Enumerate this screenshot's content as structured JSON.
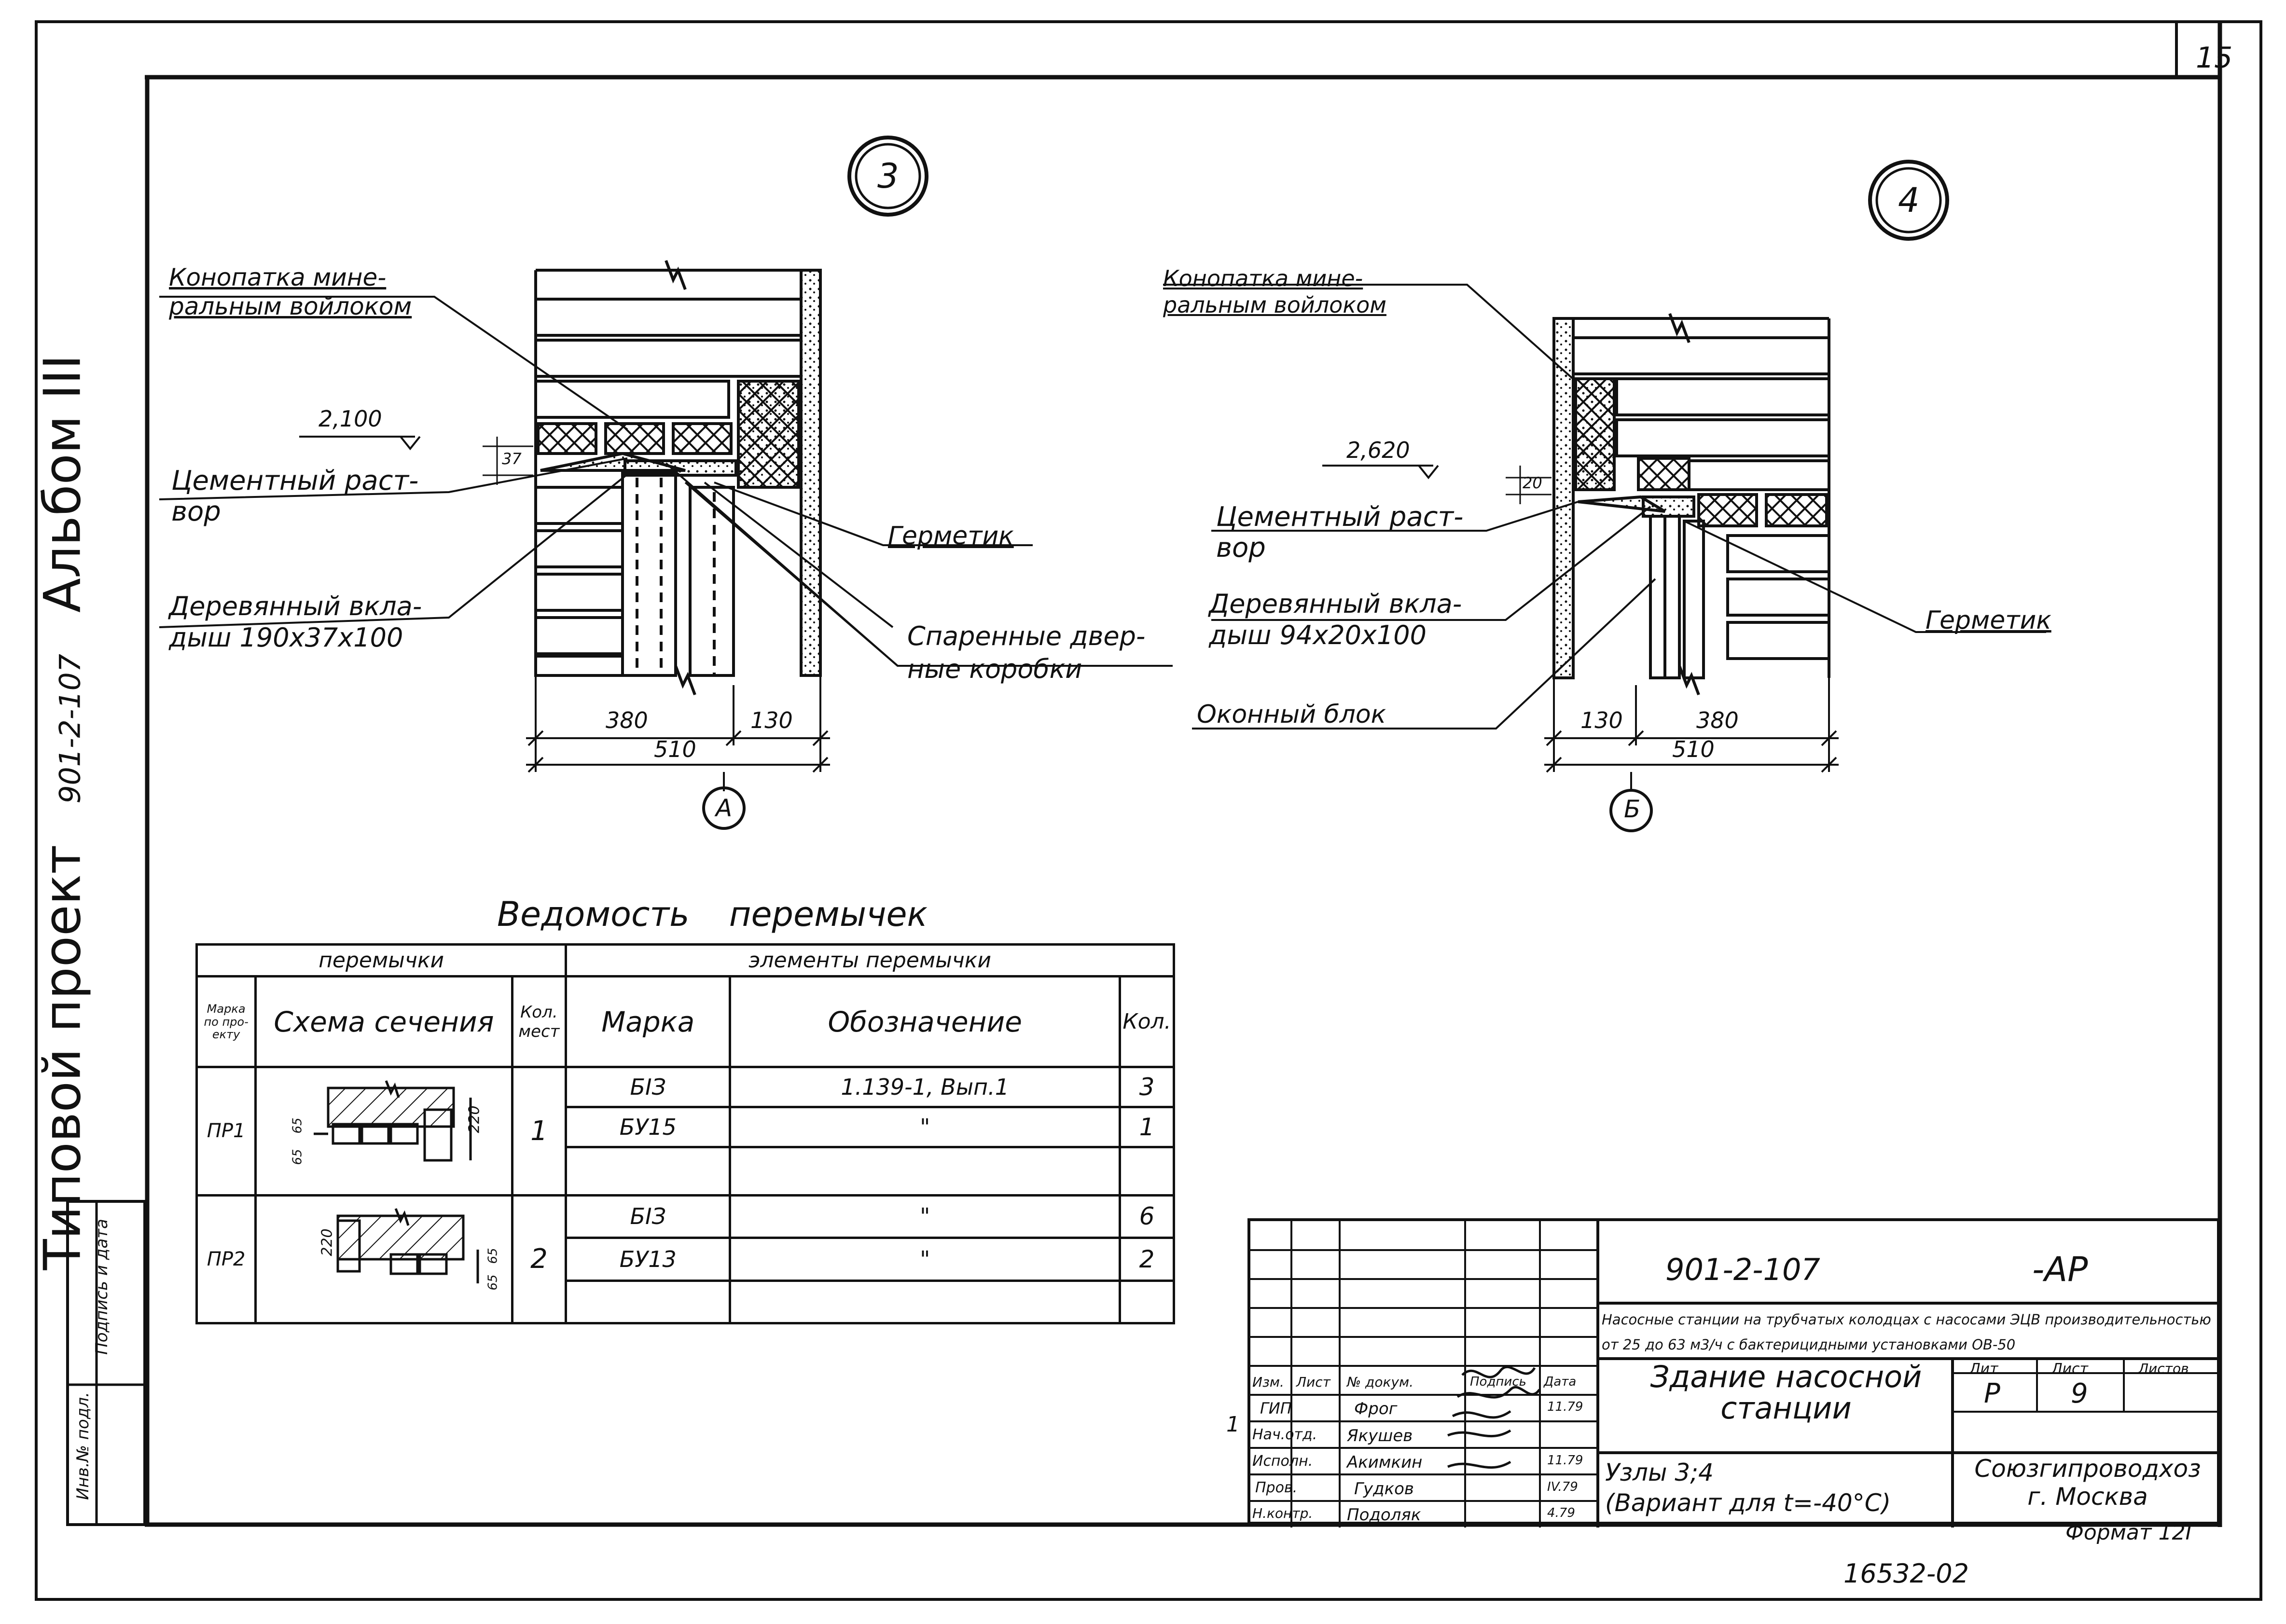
{
  "sheet": {
    "page_number": "15",
    "side_title": "Типовой проект",
    "side_code": "901-2-107",
    "side_album": "Альбом III",
    "side_inv": "Инв.№ подл.",
    "side_sign": "Подпись и дата",
    "format": "Формат 12Г",
    "archive_no": "16532-02"
  },
  "node3": {
    "number": "3",
    "label_caulk": "Конопатка мине-\nральным войлоком",
    "level": "2,100",
    "dim_small": "37",
    "label_mortar": "Цементный раст-\nвор",
    "label_insert": "Деревянный вкла-\nдыш 190х37х100",
    "label_sealant": "Герметик",
    "label_frames": "Спаренные двер-\nные коробки",
    "dim_a": "380",
    "dim_b": "130",
    "dim_total": "510",
    "axis": "А"
  },
  "node4": {
    "number": "4",
    "label_caulk": "Конопатка мине-\nральным войлоком",
    "level": "2,620",
    "dim_small": "20",
    "label_mortar": "Цементный раст-\nвор",
    "label_insert": "Деревянный вкла-\nдыш 94х20х100",
    "label_window": "Оконный блок",
    "label_sealant": "Герметик",
    "dim_a": "130",
    "dim_b": "380",
    "dim_total": "510",
    "axis": "Б"
  },
  "lintels": {
    "title": "Ведомость перемычек",
    "group_left": "перемычки",
    "group_right": "элементы перемычки",
    "col_mark": "Марка по про- екту",
    "col_scheme": "Схема сечения",
    "col_qty": "Кол. мест",
    "col_brand": "Марка",
    "col_designation": "Обозначение",
    "col_count": "Кол.",
    "rows": [
      {
        "mark": "ПР1",
        "qty": "1",
        "items": [
          {
            "brand": "БІЗ",
            "designation": "1.139-1,  Вып.1",
            "count": "3"
          },
          {
            "brand": "БУ15",
            "designation": "\"",
            "count": "1"
          },
          {
            "brand": "",
            "designation": "",
            "count": ""
          }
        ],
        "dims": [
          "220",
          "65",
          "65"
        ]
      },
      {
        "mark": "ПР2",
        "qty": "2",
        "items": [
          {
            "brand": "БІЗ",
            "designation": "\"",
            "count": "6"
          },
          {
            "brand": "БУ13",
            "designation": "\"",
            "count": "2"
          },
          {
            "brand": "",
            "designation": "",
            "count": ""
          }
        ],
        "dims": [
          "220",
          "65",
          "65"
        ]
      }
    ]
  },
  "title_block": {
    "code": "901-2-107",
    "suffix": "-АР",
    "description": "Насосные станции на трубчатых колодцах с насосами ЭЦВ производительностью от 25 до 63 м3/ч с бактерицидными установками ОВ-50",
    "sheet_title": "Здание насосной станции",
    "subtitle": "Узлы 3;4\n(Вариант для t=-40°С)",
    "org": "Союзгипроводхоз\nг. Москва",
    "col_headers": [
      "Изм.",
      "Лист",
      "№ докум.",
      "Подпись",
      "Дата"
    ],
    "stage_label": "Лит",
    "sheet_label": "Лист",
    "sheets_label": "Листов",
    "stage": "Р",
    "sheet": "9",
    "sheets": "",
    "change_no": "1",
    "signers": [
      {
        "role": "ГИП",
        "name": "Фрог",
        "date": "11.79"
      },
      {
        "role": "Нач.отд.",
        "name": "Якушев",
        "date": ""
      },
      {
        "role": "Исполн.",
        "name": "Акимкин",
        "date": "11.79"
      },
      {
        "role": "Пров.",
        "name": "Гудков",
        "date": "IV.79"
      },
      {
        "role": "Н.контр.",
        "name": "Подоляк",
        "date": "4.79"
      }
    ]
  }
}
